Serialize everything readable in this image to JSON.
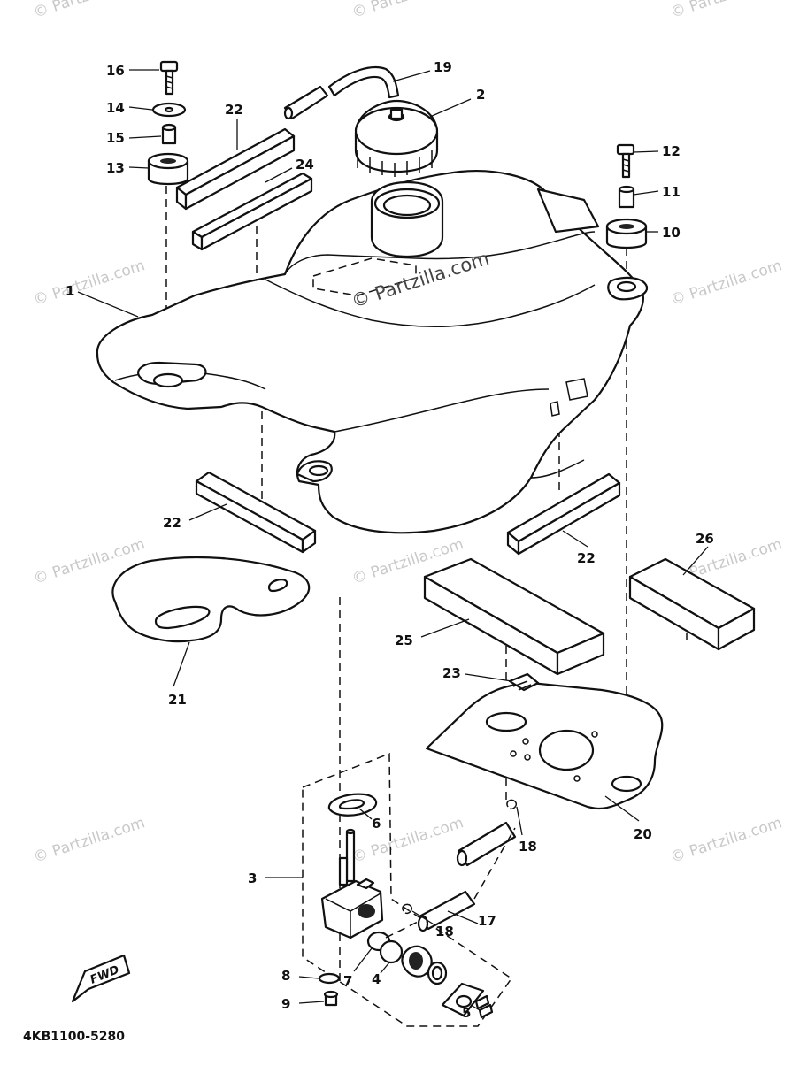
{
  "diagram": {
    "drawing_code": "4KB1100-5280",
    "fwd_label": "FWD",
    "watermark_text": "© Partzilla.com",
    "callouts": [
      "1",
      "2",
      "3",
      "4",
      "5",
      "6",
      "7",
      "8",
      "9",
      "10",
      "11",
      "12",
      "13",
      "14",
      "15",
      "16",
      "17",
      "18",
      "18",
      "19",
      "20",
      "21",
      "22",
      "22",
      "22",
      "23",
      "24",
      "25",
      "26"
    ]
  }
}
